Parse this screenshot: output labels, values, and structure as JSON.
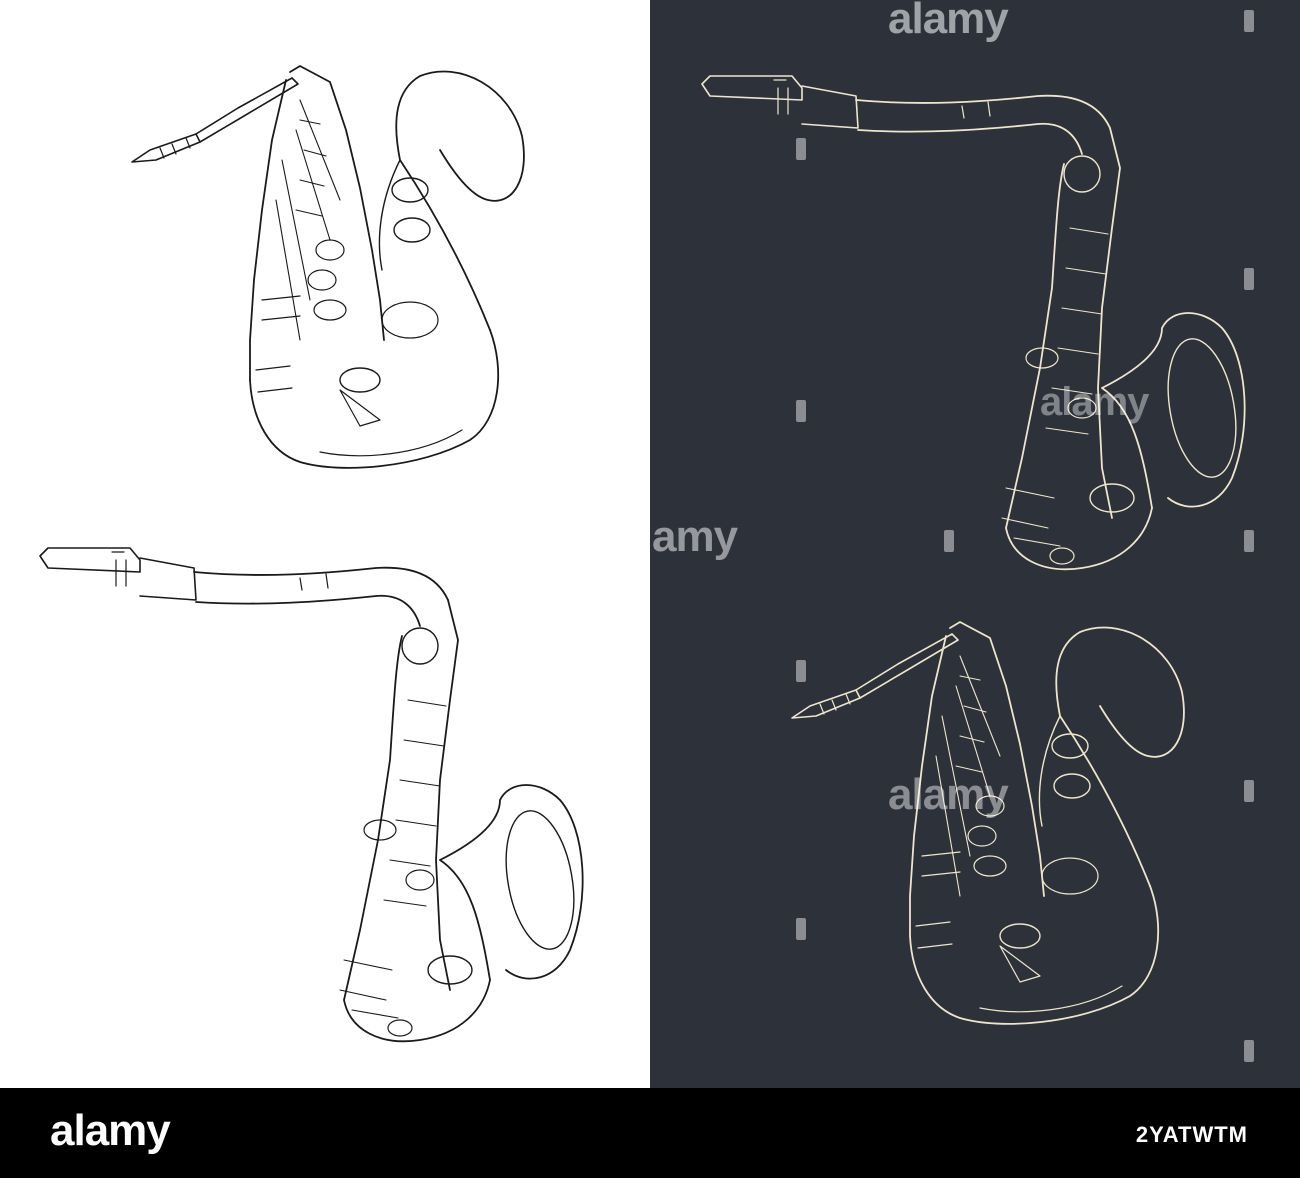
{
  "watermark": {
    "brand": "alamy",
    "top": "alamy",
    "mid_left": "amy",
    "mid_right": "alamy",
    "low": "alamy"
  },
  "footer": {
    "logo": "alamy",
    "image_id": "2YATWTM"
  },
  "colors": {
    "light_bg": "#ffffff",
    "dark_bg": "#2c313a",
    "light_stroke": "#1a1a1a",
    "dark_stroke": "#efe6c8",
    "footer_bg": "#000000"
  }
}
